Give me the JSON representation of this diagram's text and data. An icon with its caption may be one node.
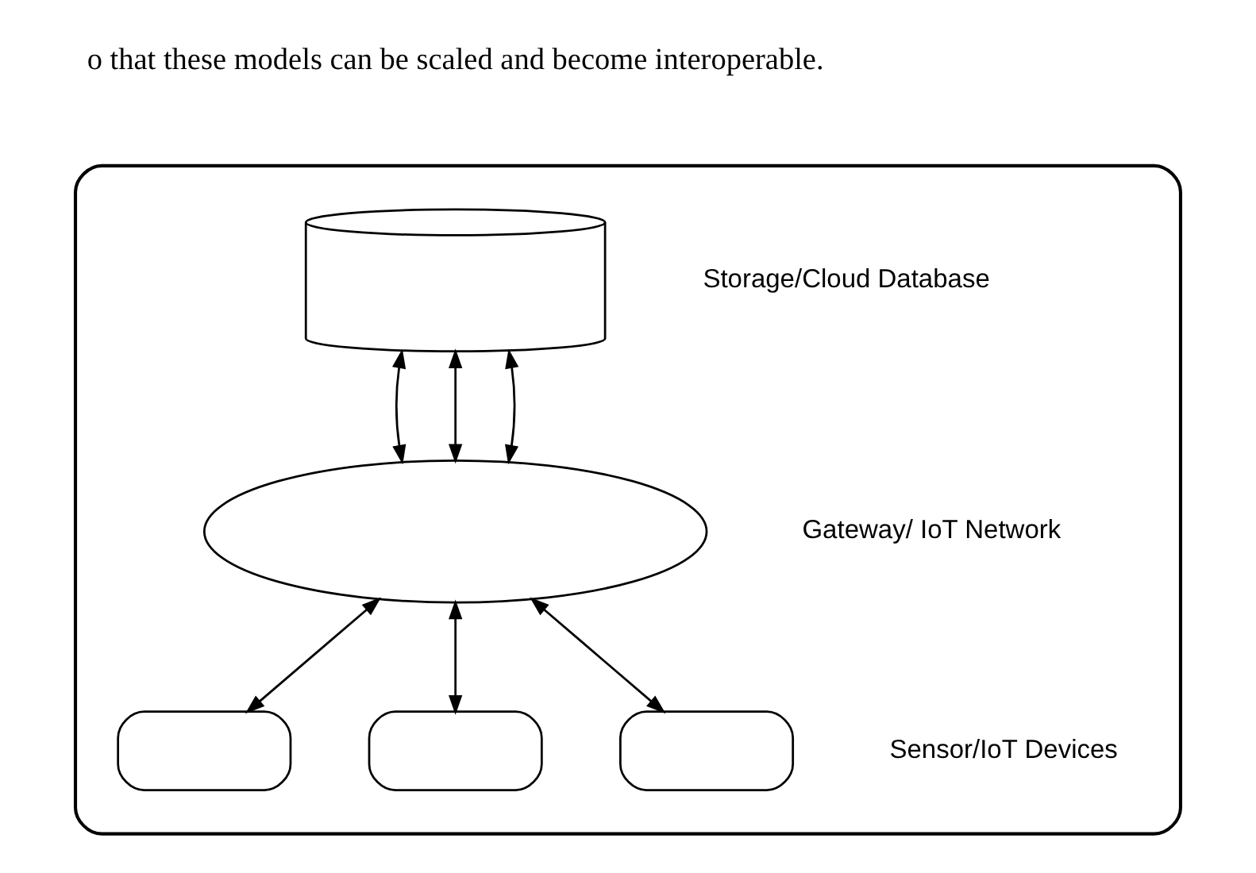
{
  "diagram": {
    "nodes": [
      {
        "text": [],
        "shape": "box"
      },
      {
        "text": [],
        "shape": "cylinder",
        "in": 0
      },
      {
        "text": [],
        "shape": "cloud",
        "in": 0
      },
      {
        "text": [],
        "shape": "box",
        "in": 0
      },
      {
        "text": [],
        "shape": "box",
        "in": 0
      },
      {
        "text": [],
        "shape": "box",
        "in": 0
      }
    ],
    "edges": [
      {
        "from": 1,
        "to": 2,
        "arrow": "both"
      },
      {
        "from": 1,
        "to": 2,
        "arrow": "both"
      },
      {
        "from": 1,
        "to": 2,
        "arrow": "both"
      },
      {
        "from": 2,
        "to": 3,
        "arrow": "both"
      },
      {
        "from": 2,
        "to": 4,
        "arrow": "both"
      },
      {
        "from": 2,
        "to": 5,
        "arrow": "both"
      }
    ],
    "labels": [
      "o that these models can be scaled and become interoperable.",
      "Storage/Cloud Database",
      "Gateway/ IoT Network",
      "Sensor/IoT Devices"
    ]
  }
}
